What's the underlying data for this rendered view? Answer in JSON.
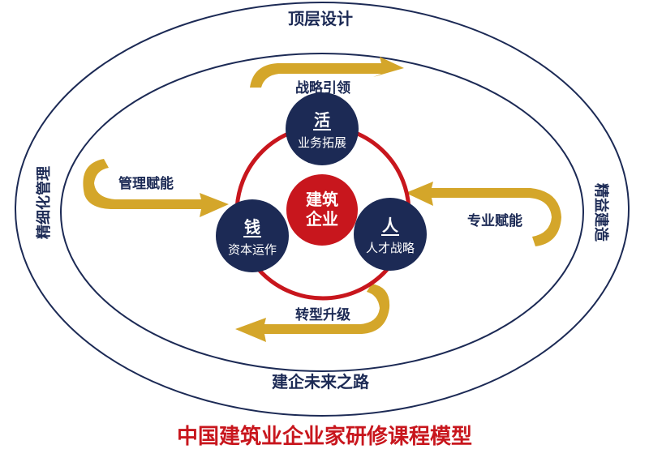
{
  "outer_ring": {
    "top": "顶层设计",
    "bottom": "建企未来之路",
    "left": "精细化管理",
    "right": "精益建造"
  },
  "arrows": {
    "top": "战略引领",
    "left": "管理赋能",
    "right": "专业赋能",
    "bottom": "转型升级"
  },
  "center": {
    "line1": "建筑",
    "line2": "企业"
  },
  "nodes": {
    "top": {
      "char": "活",
      "label": "业务拓展"
    },
    "left": {
      "char": "钱",
      "label": "资本运作"
    },
    "right": {
      "char": "人",
      "label": "人才战略"
    }
  },
  "caption": "中国建筑业企业家研修课程模型",
  "colors": {
    "navy": "#1c2a55",
    "red": "#c8161d",
    "gold": "#d4a62a",
    "text_dark": "#1c2a55"
  }
}
